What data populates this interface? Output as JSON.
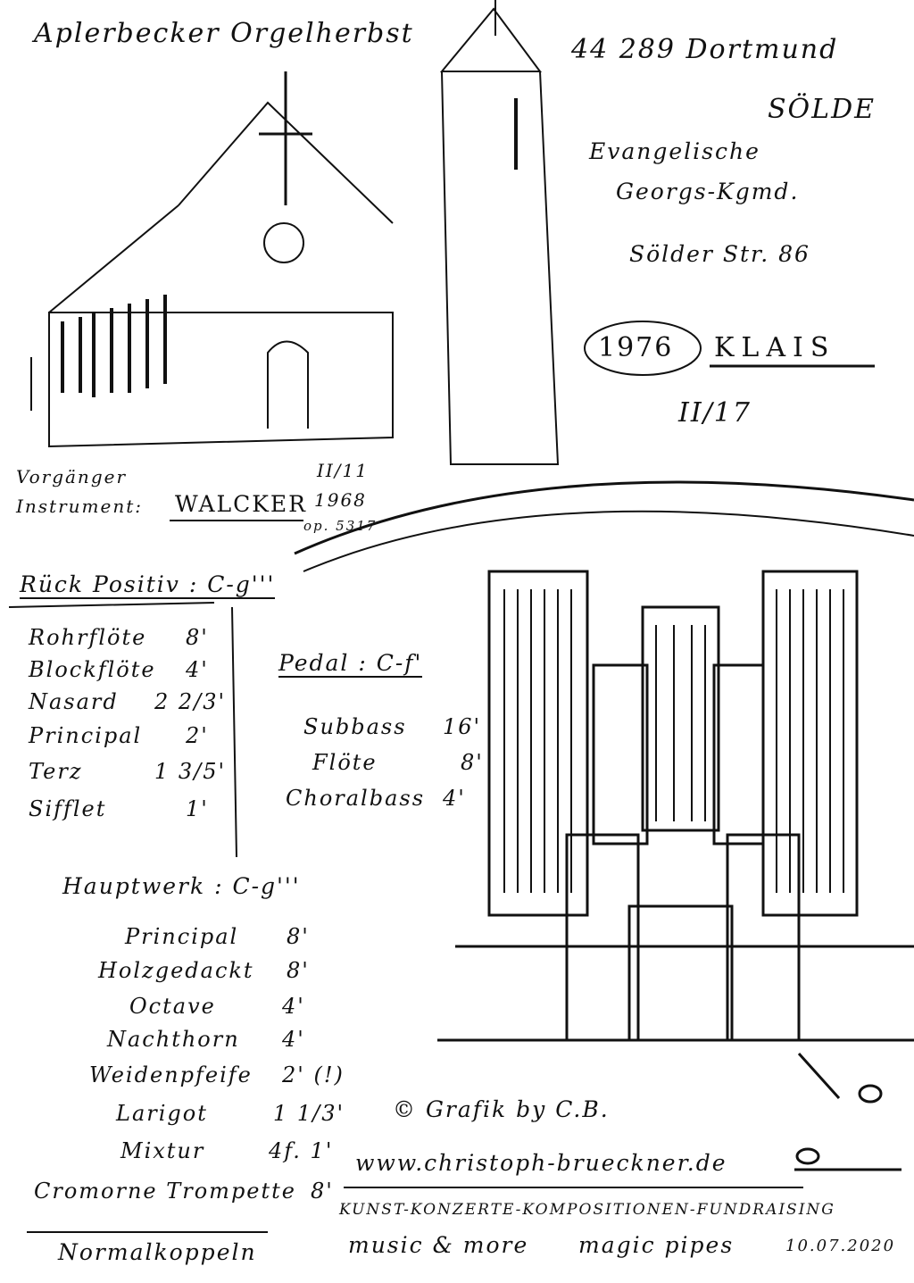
{
  "title": "Aplerbecker Orgelherbst",
  "address": {
    "zip_city": "44 289 Dortmund",
    "district": "SÖLDE",
    "parish_line1": "Evangelische",
    "parish_line2": "Georgs-Kgmd.",
    "street": "Sölder Str. 86"
  },
  "organ": {
    "year": "1976",
    "builder": "KLAIS",
    "size": "II/17"
  },
  "predecessor": {
    "label1": "Vorgänger",
    "label2": "Instrument:",
    "builder": "WALCKER",
    "size": "II/11",
    "year": "1968",
    "opus": "op. 5317"
  },
  "rueckpositiv": {
    "heading": "Rück Positiv : C-g'''",
    "stops": [
      {
        "name": "Rohrflöte",
        "pitch": "8'"
      },
      {
        "name": "Blockflöte",
        "pitch": "4'"
      },
      {
        "name": "Nasard",
        "pitch": "2 2/3'"
      },
      {
        "name": "Principal",
        "pitch": "2'"
      },
      {
        "name": "Terz",
        "pitch": "1 3/5'"
      },
      {
        "name": "Sifflet",
        "pitch": "1'"
      }
    ]
  },
  "pedal": {
    "heading": "Pedal : C-f'",
    "stops": [
      {
        "name": "Subbass",
        "pitch": "16'"
      },
      {
        "name": "Flöte",
        "pitch": "8'"
      },
      {
        "name": "Choralbass",
        "pitch": "4'"
      }
    ]
  },
  "hauptwerk": {
    "heading": "Hauptwerk : C-g'''",
    "stops": [
      {
        "name": "Principal",
        "pitch": "8'"
      },
      {
        "name": "Holzgedackt",
        "pitch": "8'"
      },
      {
        "name": "Octave",
        "pitch": "4'"
      },
      {
        "name": "Nachthorn",
        "pitch": "4'"
      },
      {
        "name": "Weidenpfeife",
        "pitch": "2' (!)"
      },
      {
        "name": "Larigot",
        "pitch": "1 1/3'"
      },
      {
        "name": "Mixtur",
        "pitch": "4f. 1'"
      },
      {
        "name": "Cromorne Trompette",
        "pitch": "8'"
      }
    ]
  },
  "couplers": "Normalkoppeln",
  "credit": "© Grafik by C.B.",
  "website": "www.christoph-brueckner.de",
  "tagline": "KUNST-KONZERTE-KOMPOSITIONEN-FUNDRAISING",
  "footer": {
    "left": "music & more",
    "middle": "magic pipes",
    "date": "10.07.2020"
  }
}
